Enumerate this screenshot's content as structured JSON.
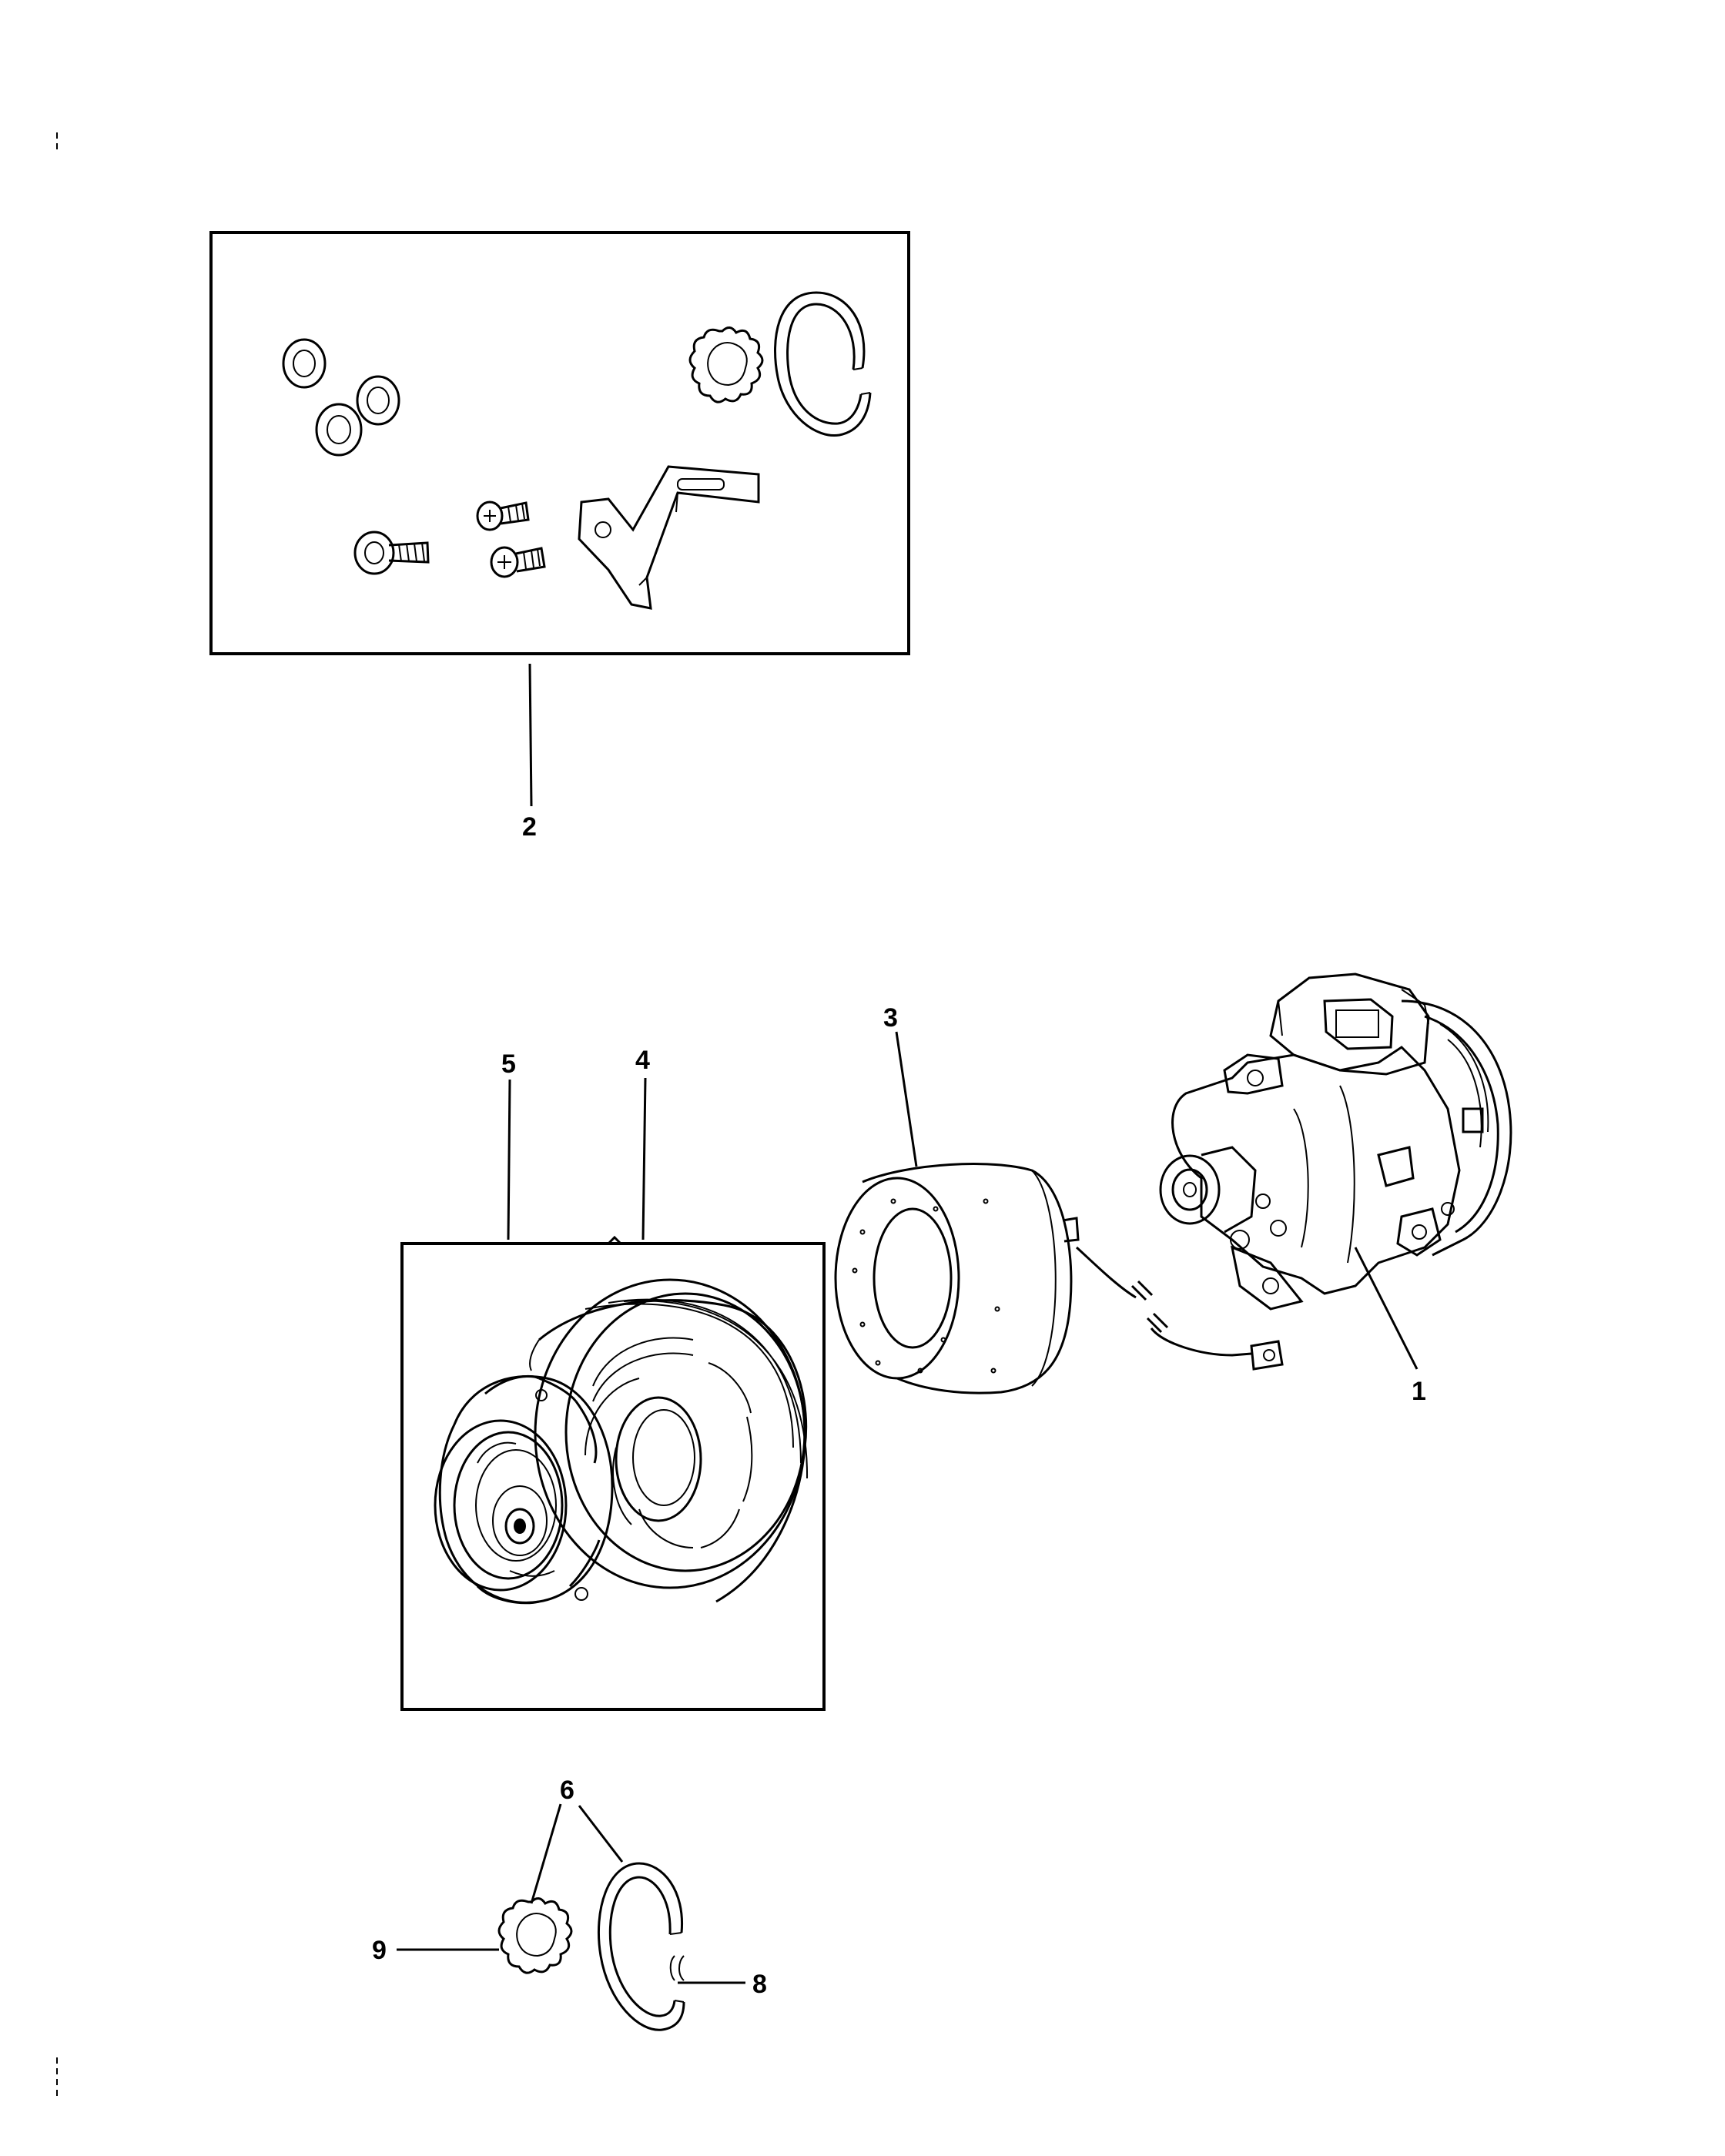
{
  "diagram": {
    "callouts": [
      "1",
      "2",
      "3",
      "4",
      "5",
      "6",
      "8",
      "9"
    ]
  }
}
